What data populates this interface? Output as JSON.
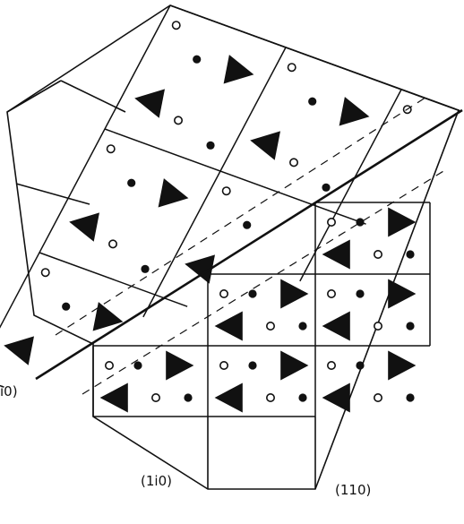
{
  "diagram": {
    "labels": {
      "trace_left": "i0)",
      "plane_1i0": "(1i0)",
      "plane_110": "(110)"
    },
    "colors": {
      "ink": "#111111",
      "paper": "#ffffff"
    },
    "motif": {
      "large_mark": "filled-triangle",
      "small_marks": [
        "filled-dot",
        "open-circle"
      ]
    }
  }
}
